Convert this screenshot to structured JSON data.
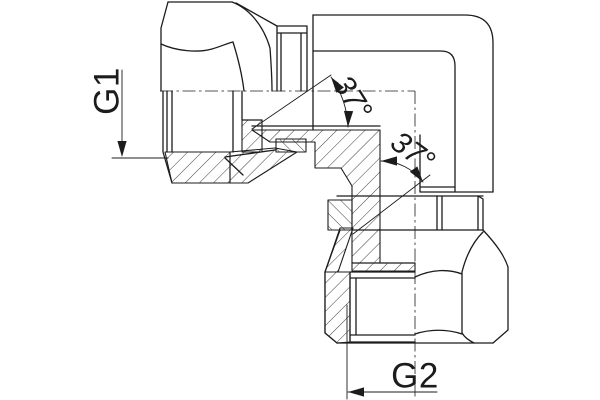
{
  "drawing": {
    "line_color": "#1c1c1c",
    "background": "#ffffff",
    "labels": {
      "g1": "G1",
      "g2": "G2",
      "angle_top": "37°",
      "angle_bottom": "37°"
    }
  }
}
